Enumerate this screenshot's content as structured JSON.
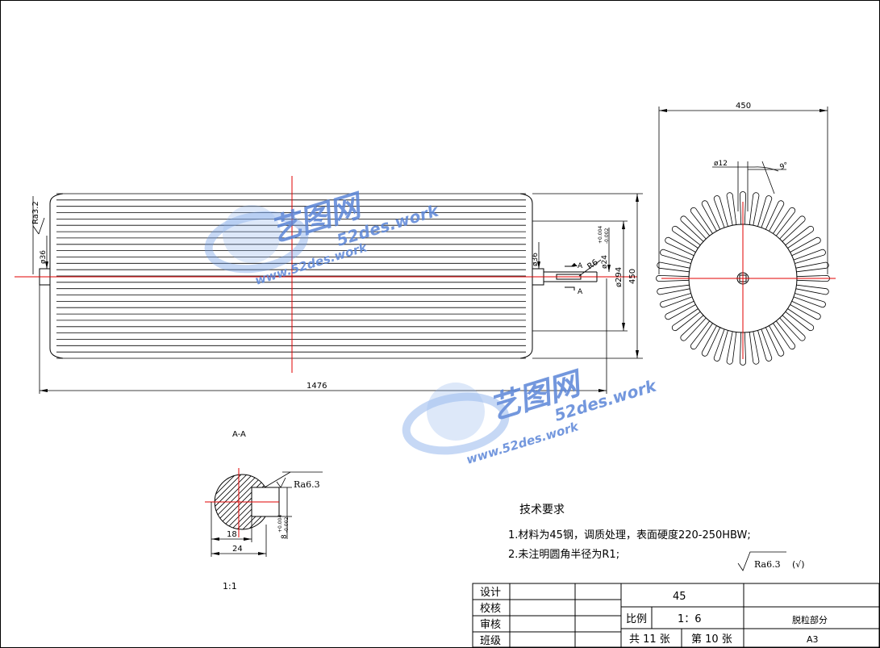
{
  "drawing": {
    "dims": {
      "d_end_journal": "ø36",
      "ra_left": "Ra3.2",
      "d_right_journal": "ø36",
      "d_keyway": "ø24",
      "d_keyway_tol_up": "+0.004",
      "d_keyway_tol_lo": "-0.002",
      "d_core": "ø294",
      "d_outer": "450",
      "r6": "R6",
      "section_mark": "A",
      "total_length": "1476",
      "top_width": "450",
      "hole_dia": "ø12",
      "angle": "9°"
    },
    "section": {
      "title": "A-A",
      "ra": "Ra6.3",
      "dim_18": "18",
      "dim_24": "24",
      "key_width": "8",
      "key_tol_up": "+0.004",
      "key_tol_lo": "-0.002",
      "scale": "1:1"
    },
    "tech": {
      "heading": "技术要求",
      "line1": "1.材料为45钢，调质处理，表面硬度220-250HBW;",
      "line2": "2.未注明圆角半径为R1;",
      "rough_symbol": "Ra6.3",
      "rough_suffix": "(√)"
    },
    "title_block": {
      "design": "设计",
      "check": "校核",
      "review": "审核",
      "class": "班级",
      "material": "45",
      "scale_label": "比例",
      "scale_value": "1：6",
      "part_name": "脱粒部分",
      "total_sheets": "共 11 张",
      "sheet_no": "第 10 张",
      "paper_size": "A3"
    },
    "watermark": {
      "brand": "艺图网",
      "url": "52des.work",
      "url_full": "www.52des.work"
    }
  }
}
